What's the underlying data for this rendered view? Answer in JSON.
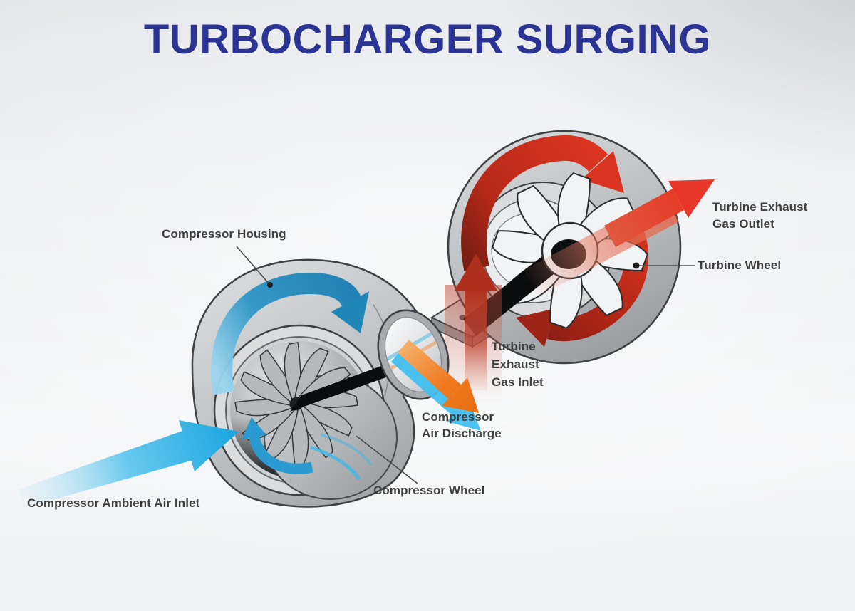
{
  "title": "TURBOCHARGER SURGING",
  "labels": {
    "compressor_housing": "Compressor Housing",
    "turbine_exhaust_gas_outlet": {
      "line1": "Turbine Exhaust",
      "line2": "Gas Outlet"
    },
    "turbine_wheel": "Turbine Wheel",
    "turbine_exhaust_gas_inlet": {
      "line1": "Turbine",
      "line2": "Exhaust",
      "line3": "Gas Inlet"
    },
    "compressor_air_discharge": {
      "line1": "Compressor",
      "line2": "Air Discharge"
    },
    "compressor_wheel": "Compressor Wheel",
    "compressor_ambient_air_inlet": "Compressor Ambient Air Inlet"
  },
  "colors": {
    "title_blue": "#2b3494",
    "label_gray": "#3f3f3f",
    "ambient_air_blue": "#1ba6e0",
    "compressor_swirl_blue": "#2f96c6",
    "discharge_orange": "#ee7a1f",
    "exhaust_red": "#e8362a",
    "exhaust_swirl_red": "#c22718",
    "housing_gray": "#c3c5c7"
  },
  "flows": [
    {
      "name": "compressor-ambient-air-inlet-flow",
      "color": "#1ba6e0"
    },
    {
      "name": "compressor-swirl-flow",
      "color": "#2f96c6"
    },
    {
      "name": "compressor-air-discharge-flow",
      "color": "#ee7a1f"
    },
    {
      "name": "turbine-exhaust-gas-inlet-flow",
      "color": "#b5301f"
    },
    {
      "name": "turbine-swirl-flow",
      "color": "#c22718"
    },
    {
      "name": "turbine-exhaust-gas-outlet-flow",
      "color": "#e8362a"
    }
  ]
}
